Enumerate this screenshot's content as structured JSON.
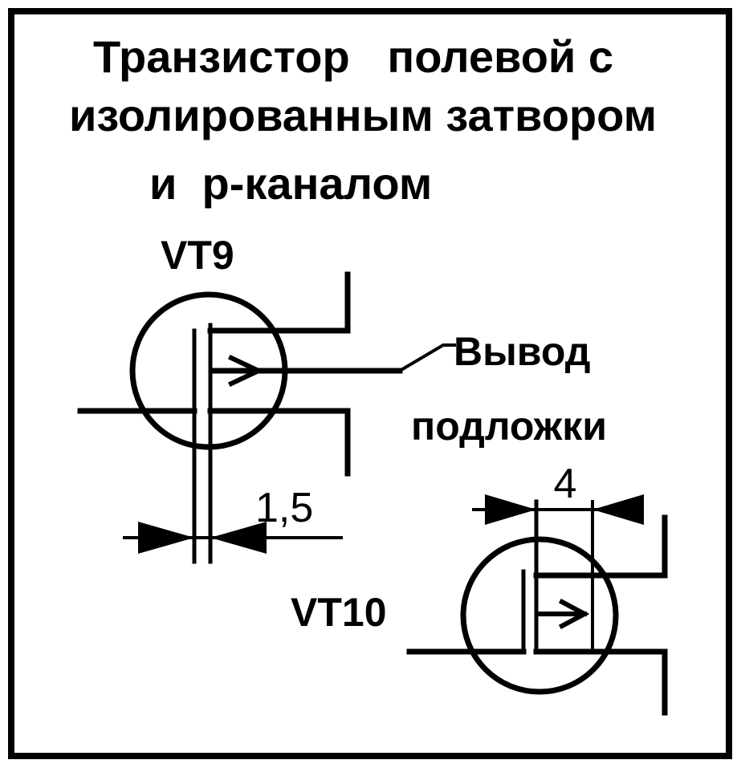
{
  "title": {
    "line1": "Транзистор   полевой с",
    "line2": "изолированным затвором",
    "line3": "и  р-каналом"
  },
  "transistors": {
    "vt9": {
      "label": "VT9",
      "dimension": "1,5"
    },
    "vt10": {
      "label": "VT10",
      "dimension": "4"
    }
  },
  "annotation": {
    "line1": "Вывод",
    "line2": "подложки"
  }
}
